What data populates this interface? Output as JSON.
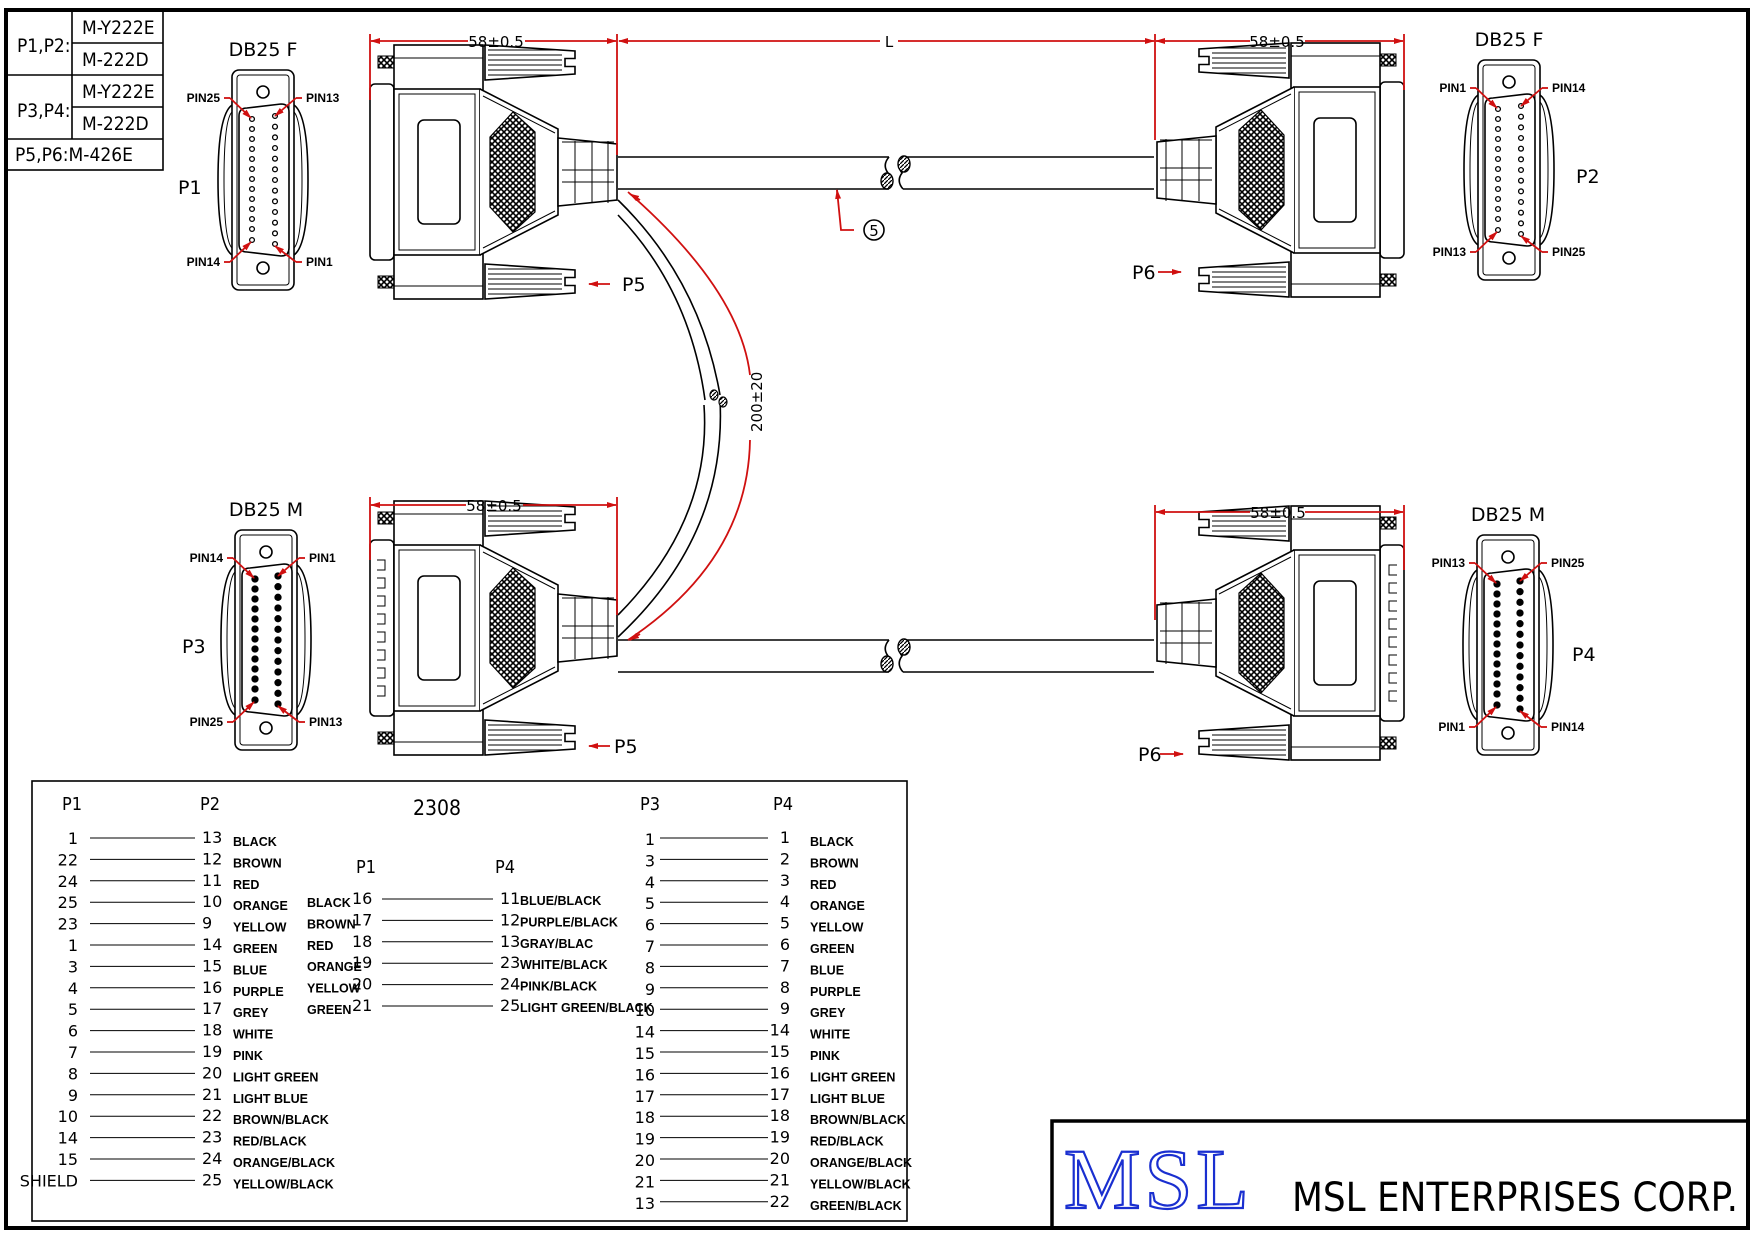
{
  "title_block": {
    "rows": [
      {
        "group": "P1,P2:",
        "models": [
          "M-Y222E",
          "M-222D"
        ]
      },
      {
        "group": "P3,P4:",
        "models": [
          "M-Y222E",
          "M-222D"
        ]
      }
    ],
    "backshell": "P5,P6:M-426E"
  },
  "connectors": {
    "p1": {
      "label": "P1",
      "type": "DB25  F",
      "pins": {
        "top_left": "PIN25",
        "top_right": "PIN13",
        "bottom_left": "PIN14",
        "bottom_right": "PIN1"
      }
    },
    "p2": {
      "label": "P2",
      "type": "DB25  F",
      "pins": {
        "top_left": "PIN1",
        "top_right": "PIN14",
        "bottom_left": "PIN13",
        "bottom_right": "PIN25"
      }
    },
    "p3": {
      "label": "P3",
      "type": "DB25  M",
      "pins": {
        "top_left": "PIN14",
        "top_right": "PIN1",
        "bottom_left": "PIN25",
        "bottom_right": "PIN13"
      }
    },
    "p4": {
      "label": "P4",
      "type": "DB25  M",
      "pins": {
        "top_left": "PIN13",
        "top_right": "PIN25",
        "bottom_left": "PIN1",
        "bottom_right": "PIN14"
      }
    }
  },
  "callouts": {
    "p5_top": "P5",
    "p5_bottom": "P5",
    "p6_top": "P6",
    "p6_bottom": "P6",
    "cable_item": "5"
  },
  "dimensions": {
    "hood_top_left": "58±0.5",
    "hood_top_right": "58±0.5",
    "hood_bottom_left": "58±0.5",
    "hood_bottom_right": "58±0.5",
    "cable_length": "L",
    "branch_length": "200±20"
  },
  "wiring": {
    "part_number": "2308",
    "table_a": {
      "from": "P1",
      "to": "P2",
      "rows": [
        {
          "from": "1",
          "to": "13",
          "color": "BLACK"
        },
        {
          "from": "22",
          "to": "12",
          "color": "BROWN"
        },
        {
          "from": "24",
          "to": "11",
          "color": "RED"
        },
        {
          "from": "25",
          "to": "10",
          "color": "ORANGE"
        },
        {
          "from": "23",
          "to": "9",
          "color": "YELLOW"
        },
        {
          "from": "1",
          "to": "14",
          "color": "GREEN"
        },
        {
          "from": "3",
          "to": "15",
          "color": "BLUE"
        },
        {
          "from": "4",
          "to": "16",
          "color": "PURPLE"
        },
        {
          "from": "5",
          "to": "17",
          "color": "GREY"
        },
        {
          "from": "6",
          "to": "18",
          "color": "WHITE"
        },
        {
          "from": "7",
          "to": "19",
          "color": "PINK"
        },
        {
          "from": "8",
          "to": "20",
          "color": "LIGHT  GREEN"
        },
        {
          "from": "9",
          "to": "21",
          "color": "LIGHT  BLUE"
        },
        {
          "from": "10",
          "to": "22",
          "color": "BROWN/BLACK"
        },
        {
          "from": "14",
          "to": "23",
          "color": "RED/BLACK"
        },
        {
          "from": "15",
          "to": "24",
          "color": "ORANGE/BLACK"
        },
        {
          "from": "SHIELD",
          "to": "25",
          "color": "YELLOW/BLACK"
        }
      ]
    },
    "table_b": {
      "from": "P1",
      "to": "P4",
      "rows": [
        {
          "from_color": "BLACK",
          "from": "16",
          "to": "11",
          "to_color": "BLUE/BLACK"
        },
        {
          "from_color": "BROWN",
          "from": "17",
          "to": "12",
          "to_color": "PURPLE/BLACK"
        },
        {
          "from_color": "RED",
          "from": "18",
          "to": "13",
          "to_color": "GRAY/BLAC"
        },
        {
          "from_color": "ORANGE",
          "from": "19",
          "to": "23",
          "to_color": "WHITE/BLACK"
        },
        {
          "from_color": "YELLOW",
          "from": "20",
          "to": "24",
          "to_color": "PINK/BLACK"
        },
        {
          "from_color": "GREEN",
          "from": "21",
          "to": "25",
          "to_color": "LIGHT  GREEN/BLACK"
        }
      ]
    },
    "table_c": {
      "from": "P3",
      "to": "P4",
      "rows": [
        {
          "from": "1",
          "to": "1",
          "color": "BLACK"
        },
        {
          "from": "3",
          "to": "2",
          "color": "BROWN"
        },
        {
          "from": "4",
          "to": "3",
          "color": "RED"
        },
        {
          "from": "5",
          "to": "4",
          "color": "ORANGE"
        },
        {
          "from": "6",
          "to": "5",
          "color": "YELLOW"
        },
        {
          "from": "7",
          "to": "6",
          "color": "GREEN"
        },
        {
          "from": "8",
          "to": "7",
          "color": "BLUE"
        },
        {
          "from": "9",
          "to": "8",
          "color": "PURPLE"
        },
        {
          "from": "10",
          "to": "9",
          "color": "GREY"
        },
        {
          "from": "14",
          "to": "14",
          "color": "WHITE"
        },
        {
          "from": "15",
          "to": "15",
          "color": "PINK"
        },
        {
          "from": "16",
          "to": "16",
          "color": "LIGHT  GREEN"
        },
        {
          "from": "17",
          "to": "17",
          "color": "LIGHT  BLUE"
        },
        {
          "from": "18",
          "to": "18",
          "color": "BROWN/BLACK"
        },
        {
          "from": "19",
          "to": "19",
          "color": "RED/BLACK"
        },
        {
          "from": "20",
          "to": "20",
          "color": "ORANGE/BLACK"
        },
        {
          "from": "21",
          "to": "21",
          "color": "YELLOW/BLACK"
        },
        {
          "from": "13",
          "to": "22",
          "color": "GREEN/BLACK"
        }
      ]
    }
  },
  "company": {
    "logo": "MSL",
    "name": "MSL  ENTERPRISES  CORP."
  },
  "colors": {
    "dimension": "#d01010",
    "logo": "#1a2fd0"
  }
}
